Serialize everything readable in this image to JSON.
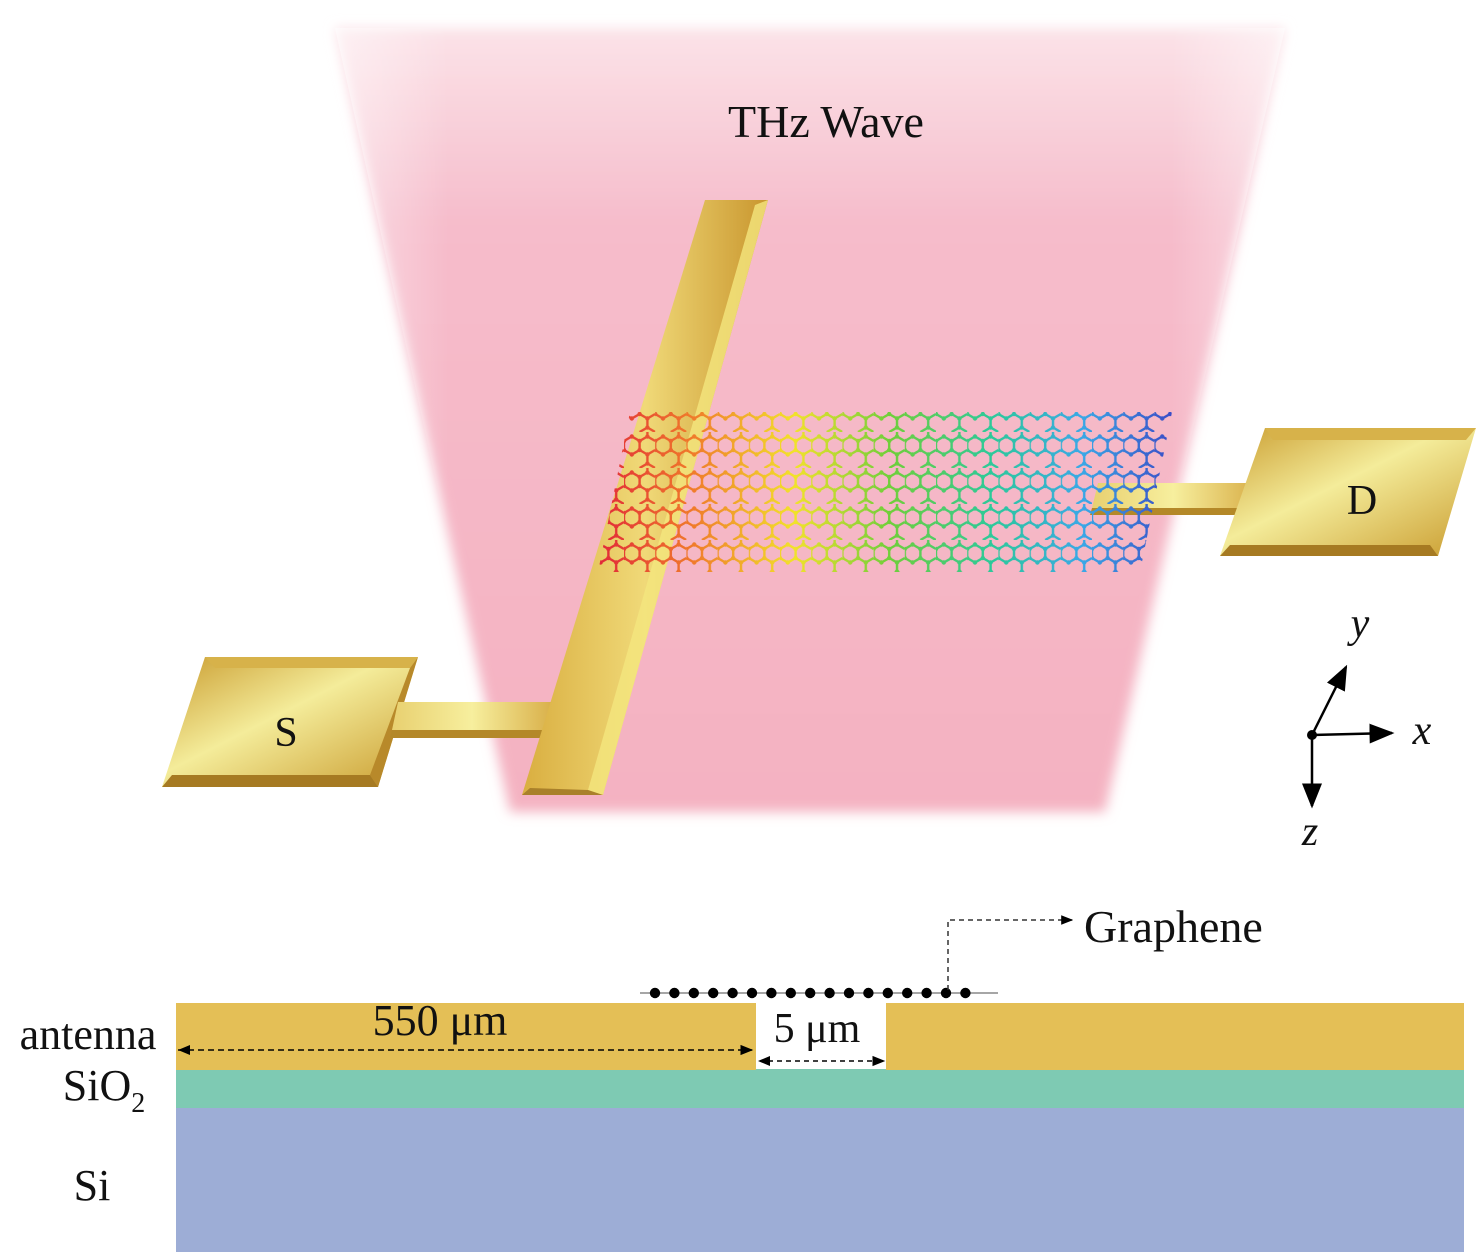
{
  "figure": {
    "title": "THz Wave",
    "source_label": "S",
    "drain_label": "D",
    "axis_x": "x",
    "axis_y": "y",
    "axis_z": "z"
  },
  "cross_section": {
    "graphene_label": "Graphene",
    "antenna_label": "antenna",
    "sio2_label": "SiO",
    "sio2_subscript": "2",
    "si_label": "Si",
    "dim_antenna": "550 μm",
    "dim_gap": "5 μm"
  },
  "colors": {
    "beam": "#f2a4b4",
    "gold": "#e2bc4e",
    "antenna_layer": "#e4bf56",
    "sio2_layer": "#7ecab3",
    "si_layer": "#9dadd6"
  },
  "icons": [
    "graphene-lattice-icon",
    "axis-arrows-icon"
  ]
}
